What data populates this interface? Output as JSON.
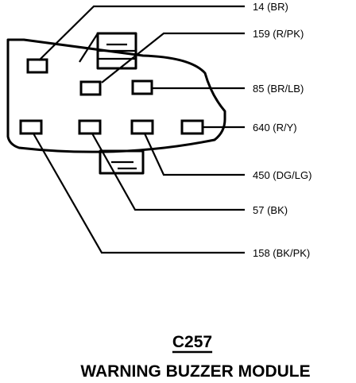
{
  "connector": {
    "id": "C257",
    "name": "WARNING BUZZER MODULE"
  },
  "pins": [
    {
      "key": "p14",
      "label": "14 (BR)"
    },
    {
      "key": "p159",
      "label": "159 (R/PK)"
    },
    {
      "key": "p85",
      "label": "85 (BR/LB)"
    },
    {
      "key": "p640",
      "label": "640 (R/Y)"
    },
    {
      "key": "p450",
      "label": "450 (DG/LG)"
    },
    {
      "key": "p57",
      "label": "57 (BK)"
    },
    {
      "key": "p158",
      "label": "158 (BK/PK)"
    }
  ]
}
